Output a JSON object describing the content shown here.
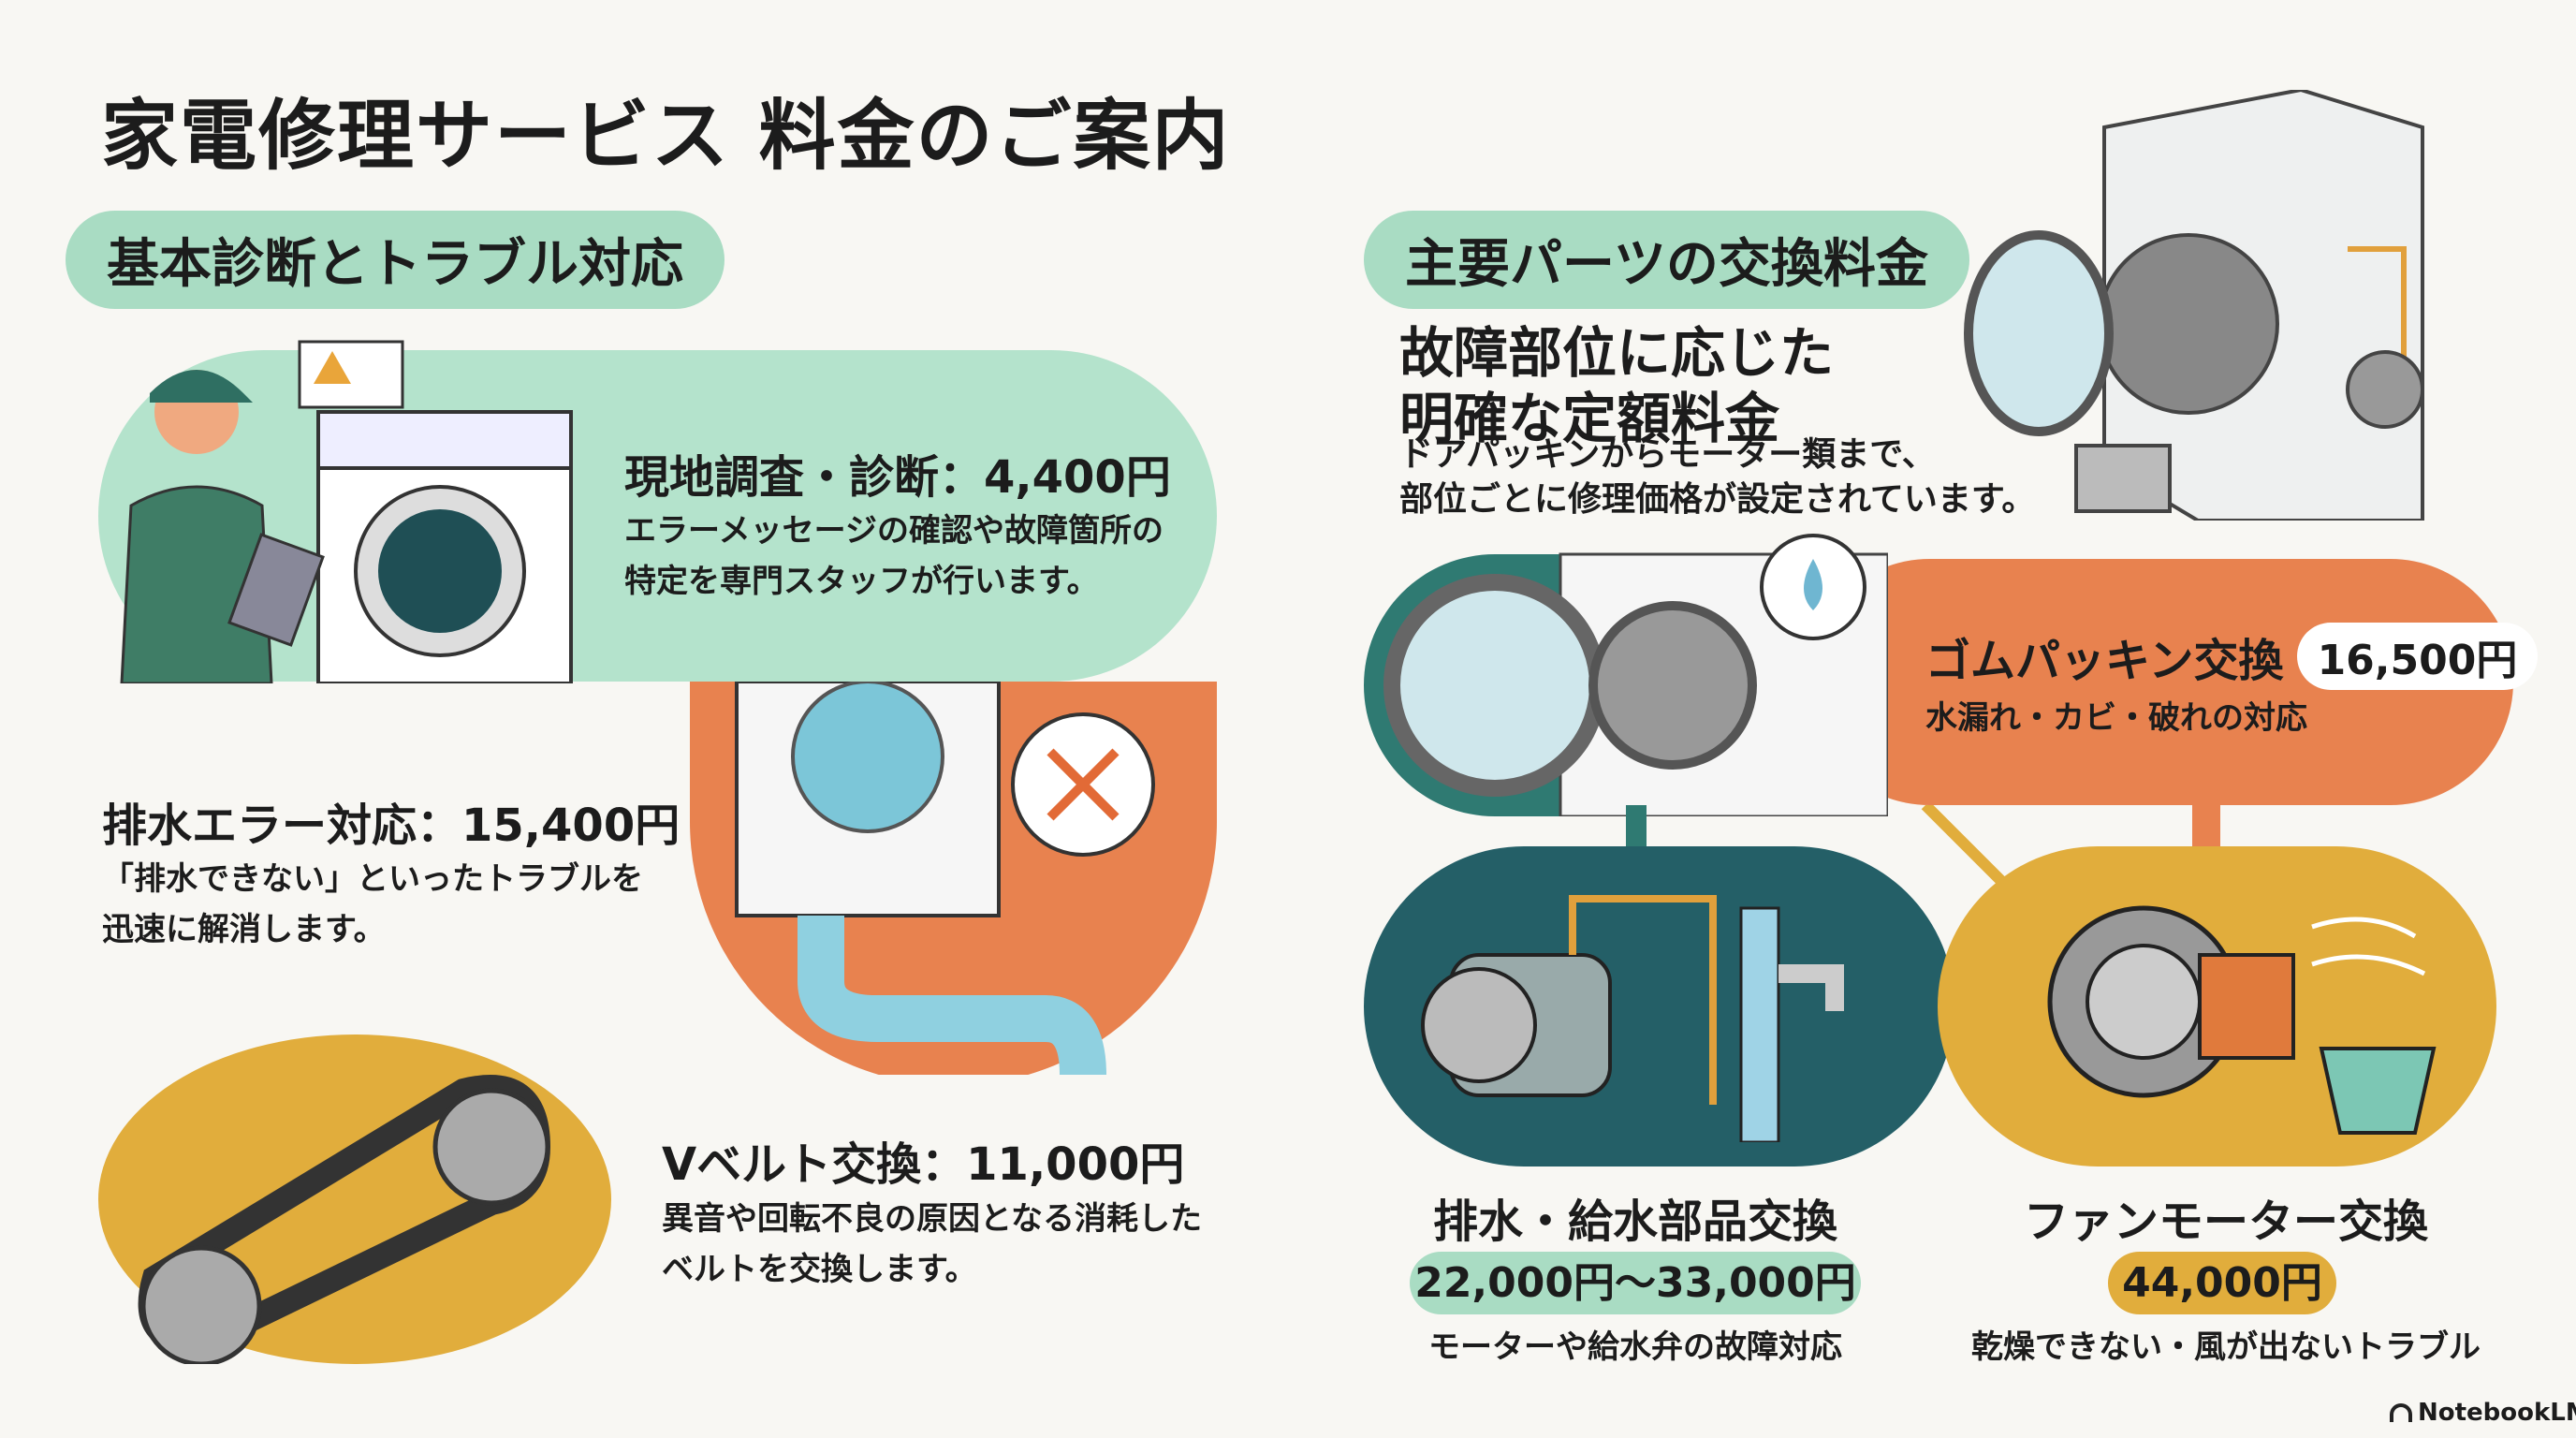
{
  "title": "家電修理サービス 料金のご案内",
  "left": {
    "section_label": "基本診断とトラブル対応",
    "items": [
      {
        "title": "現地調査・診断：4,400円",
        "desc": [
          "エラーメッセージの確認や故障箇所の",
          "特定を専門スタッフが行います。"
        ]
      },
      {
        "title": "排水エラー対応：15,400円",
        "desc": [
          "「排水できない」といったトラブルを",
          "迅速に解消します。"
        ]
      },
      {
        "title": "Vベルト交換：11,000円",
        "desc": [
          "異音や回転不良の原因となる消耗した",
          "ベルトを交換します。"
        ]
      }
    ]
  },
  "right": {
    "section_label": "主要パーツの交換料金",
    "heading": [
      "故障部位に応じた",
      "明確な定額料金"
    ],
    "desc": [
      "ドアパッキンからモーター類まで、",
      "部位ごとに修理価格が設定されています。"
    ],
    "gasket": {
      "title": "ゴムパッキン交換",
      "price": "16,500円",
      "desc": "水漏れ・カビ・破れの対応"
    },
    "drain": {
      "title": "排水・給水部品交換",
      "price": "22,000円〜33,000円",
      "desc": "モーターや給水弁の故障対応"
    },
    "fan": {
      "title": "ファンモーター交換",
      "price": "44,000円",
      "desc": "乾燥できない・風が出ないトラブル"
    }
  },
  "watermark": "NotebookLM",
  "colors": {
    "mint": "#a9dcc3",
    "orange": "#e8824f",
    "teal": "#2f6f6e",
    "mustard": "#e1ad3c",
    "bg": "#f8f7f3"
  }
}
